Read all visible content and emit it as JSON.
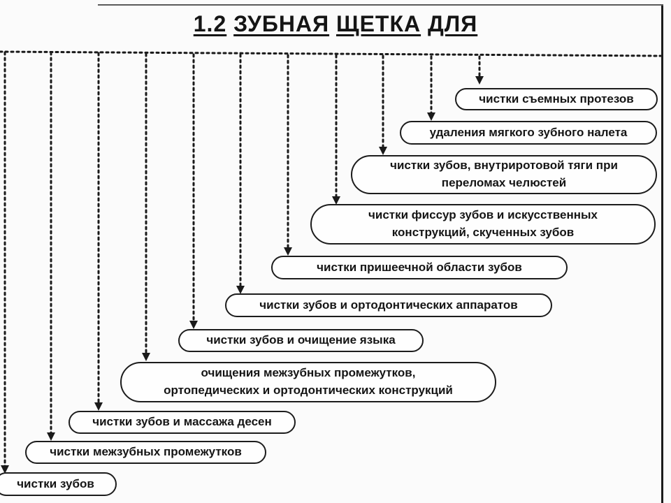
{
  "title": {
    "number": "1.2",
    "word1": "ЗУБНАЯ",
    "word2": "ЩЕТКА",
    "word3": "ДЛЯ"
  },
  "purposes": [
    {
      "text": "чистки съемных протезов"
    },
    {
      "text": "удаления мягкого зубного налета"
    },
    {
      "line1": "чистки зубов, внутриротовой тяги при",
      "line2": "переломах челюстей"
    },
    {
      "line1": "чистки фиссур зубов и искусственных",
      "line2": "конструкций, скученных зубов"
    },
    {
      "text": "чистки пришеечной области зубов"
    },
    {
      "text": "чистки зубов и ортодонтических аппаратов"
    },
    {
      "text": "чистки зубов и очищение языка"
    },
    {
      "line1": "очищения межзубных промежутков,",
      "line2": "ортопедических и ортодонтических конструкций"
    },
    {
      "text": "чистки зубов и массажа десен"
    },
    {
      "text": "чистки межзубных промежутков"
    },
    {
      "text": "чистки зубов"
    }
  ]
}
